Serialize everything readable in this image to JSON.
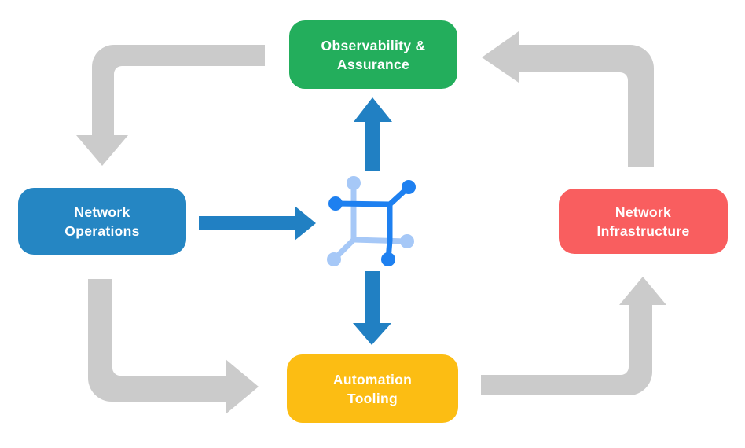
{
  "title": "Network automation lifecycle diagram",
  "colors": {
    "background": "#ffffff",
    "arrow_gray": "#cbcbcb",
    "arrow_blue": "#2180c3",
    "node_green": "#23ae5c",
    "node_blue": "#2586c3",
    "node_red": "#f95e5f",
    "node_yellow": "#fcbd13",
    "icon_dark_blue": "#1e80f0",
    "icon_light_blue": "#a6c8f7",
    "label_text": "#ffffff"
  },
  "nodes": {
    "observability": {
      "label": "Observability &\nAssurance",
      "color": "#23ae5c"
    },
    "operations": {
      "label": "Network\nOperations",
      "color": "#2586c3"
    },
    "infrastructure": {
      "label": "Network\nInfrastructure",
      "color": "#f95e5f"
    },
    "automation": {
      "label": "Automation\nTooling",
      "color": "#fcbd13"
    }
  },
  "center": {
    "icon": "network-mesh-icon"
  },
  "flows": [
    {
      "from": "observability",
      "to": "operations",
      "style": "gray-elbow",
      "corner": "top-left"
    },
    {
      "from": "infrastructure",
      "to": "observability",
      "style": "gray-elbow",
      "corner": "top-right"
    },
    {
      "from": "operations",
      "to": "automation",
      "style": "gray-elbow",
      "corner": "bottom-left"
    },
    {
      "from": "automation",
      "to": "infrastructure",
      "style": "gray-elbow",
      "corner": "bottom-right"
    },
    {
      "from": "center",
      "to": "observability",
      "style": "blue-straight",
      "direction": "up"
    },
    {
      "from": "center",
      "to": "automation",
      "style": "blue-straight",
      "direction": "down"
    },
    {
      "from": "operations",
      "to": "center",
      "style": "blue-straight",
      "direction": "right"
    }
  ]
}
